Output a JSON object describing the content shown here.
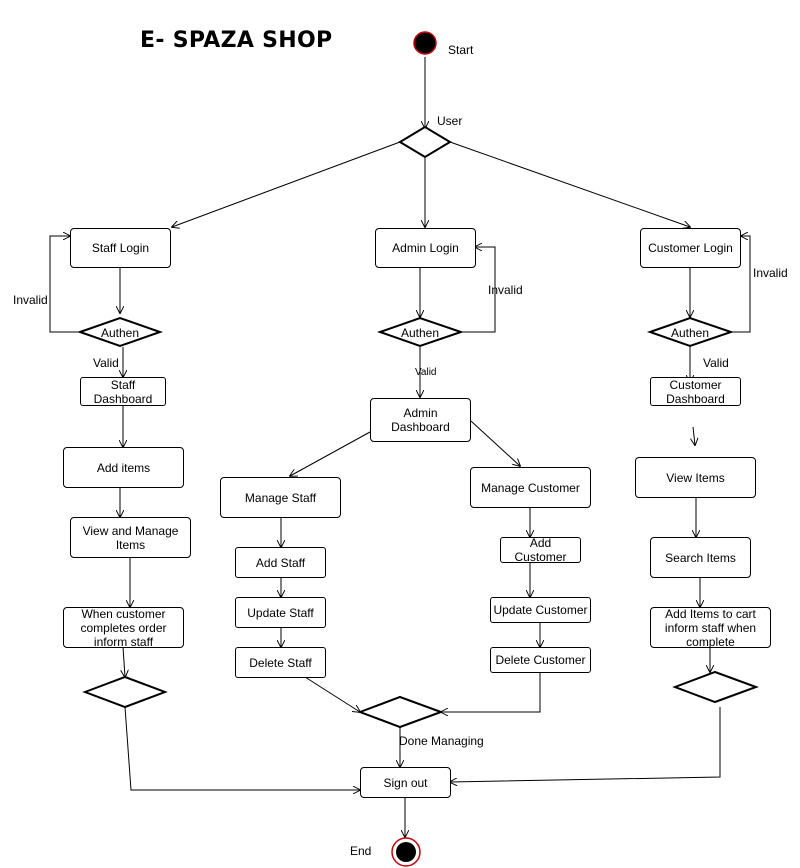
{
  "title": "E- SPAZA SHOP",
  "labels": {
    "start": "Start",
    "user": "User",
    "end": "End",
    "invalid": "Invalid",
    "valid": "Valid",
    "done_managing": "Done Managing"
  },
  "staff": {
    "login": "Staff Login",
    "authen": "Authen",
    "dashboard": "Staff Dashboard",
    "add_items": "Add items",
    "view_manage": "View and Manage Items",
    "inform": "When customer completes order inform staff"
  },
  "admin": {
    "login": "Admin Login",
    "authen": "Authen",
    "dashboard": "Admin Dashboard",
    "manage_staff": "Manage Staff",
    "add_staff": "Add Staff",
    "update_staff": "Update Staff",
    "delete_staff": "Delete Staff",
    "manage_customer": "Manage Customer",
    "add_customer": "Add Customer",
    "update_customer": "Update Customer",
    "delete_customer": "Delete Customer"
  },
  "customer": {
    "login": "Customer Login",
    "authen": "Authen",
    "dashboard": "Customer Dashboard",
    "view_items": "View Items",
    "search_items": "Search Items",
    "add_to_cart": "Add Items to cart inform staff when complete"
  },
  "sign_out": "Sign out"
}
